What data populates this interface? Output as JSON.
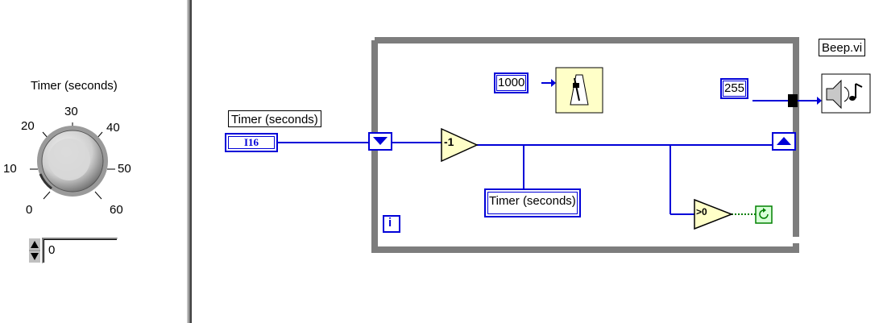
{
  "front_panel": {
    "knob": {
      "label": "Timer (seconds)",
      "scale_ticks": [
        "0",
        "10",
        "20",
        "30",
        "40",
        "50",
        "60"
      ],
      "value": 0
    },
    "digital_display": {
      "value": "0"
    }
  },
  "block_diagram": {
    "control_terminal": {
      "label": "Timer (seconds)",
      "type": "I16"
    },
    "wait_constant": "1000",
    "decrement_label": "-1",
    "indicator_label": "Timer (seconds)",
    "compare_label": ">0",
    "beep_constant": "255",
    "beep_subvi_label": "Beep.vi",
    "iteration_label": "i"
  },
  "colors": {
    "wire_blue": "#0000d8",
    "loop_frame": "#7d7d7d",
    "node_yellow": "#ffffc8",
    "wire_boolean": "#008000"
  }
}
